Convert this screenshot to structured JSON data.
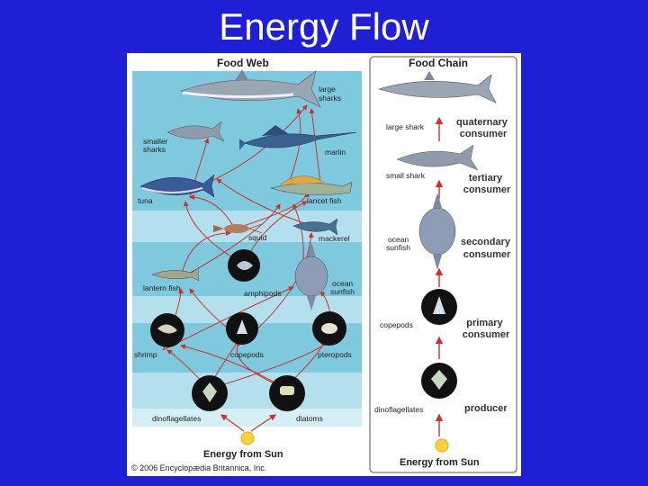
{
  "slide": {
    "title": "Energy Flow"
  },
  "food_web": {
    "title": "Food Web",
    "labels": {
      "large_sharks": [
        "large",
        "sharks"
      ],
      "smaller_sharks": [
        "smaller",
        "sharks"
      ],
      "marlin": "marlin",
      "tuna": "tuna",
      "lancet_fish": "lancet fish",
      "squid": "squid",
      "mackerel": "mackerel",
      "lantern_fish": "lantern fish",
      "amphipods": "amphipods",
      "ocean_sunfish": [
        "ocean",
        "sunfish"
      ],
      "shrimp": "shrimp",
      "copepods": "copepods",
      "pteropods": "pteropods",
      "dinoflagellates": "dinoflagellates",
      "diatoms": "diatoms"
    },
    "energy_label": "Energy from Sun"
  },
  "food_chain": {
    "title": "Food Chain",
    "organisms": {
      "large_shark": "large shark",
      "small_shark": "small shark",
      "ocean_sunfish": [
        "ocean",
        "sunfish"
      ],
      "copepods": "copepods",
      "dinoflagellates": "dinoflagellates"
    },
    "roles": {
      "quaternary": [
        "quaternary",
        "consumer"
      ],
      "tertiary": [
        "tertiary",
        "consumer"
      ],
      "secondary": [
        "secondary",
        "consumer"
      ],
      "primary": [
        "primary",
        "consumer"
      ],
      "producer": "producer"
    },
    "energy_label": "Energy from Sun"
  },
  "credit": "© 2006 Encyclopædia Britannica, Inc.",
  "colors": {
    "slide_background": "#1f1fd6",
    "water_dark": "#7fc9df",
    "water_light": "#b4e0ee",
    "arrow": "#c8342c",
    "sun": "#ffd23a"
  }
}
